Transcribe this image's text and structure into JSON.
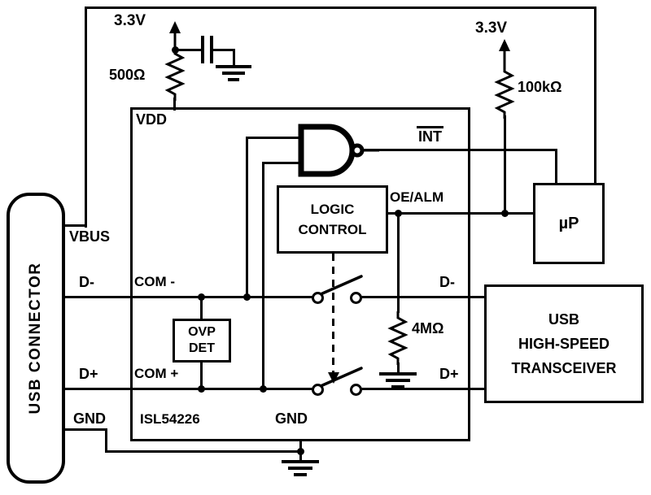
{
  "supplies": {
    "left": "3.3V",
    "right": "3.3V"
  },
  "resistors": {
    "vdd_pullup": "500Ω",
    "oe_pullup": "100kΩ",
    "pulldown": "4MΩ"
  },
  "usb_connector": {
    "label": "USB CONNECTOR",
    "vbus": "VBUS",
    "d_minus": "D-",
    "d_plus": "D+",
    "gnd": "GND"
  },
  "chip": {
    "name": "ISL54226",
    "pins": {
      "vdd": "VDD",
      "com_minus": "COM -",
      "com_plus": "COM +",
      "gnd": "GND",
      "oe_alm": "OE/ALM",
      "int": "INT"
    },
    "logic_block": {
      "line1": "LOGIC",
      "line2": "CONTROL"
    },
    "ovp_block": {
      "line1": "OVP",
      "line2": "DET"
    }
  },
  "micro": {
    "label": "µP"
  },
  "transceiver": {
    "line1": "USB",
    "line2": "HIGH-SPEED",
    "line3": "TRANSCEIVER",
    "d_minus": "D-",
    "d_plus": "D+"
  }
}
